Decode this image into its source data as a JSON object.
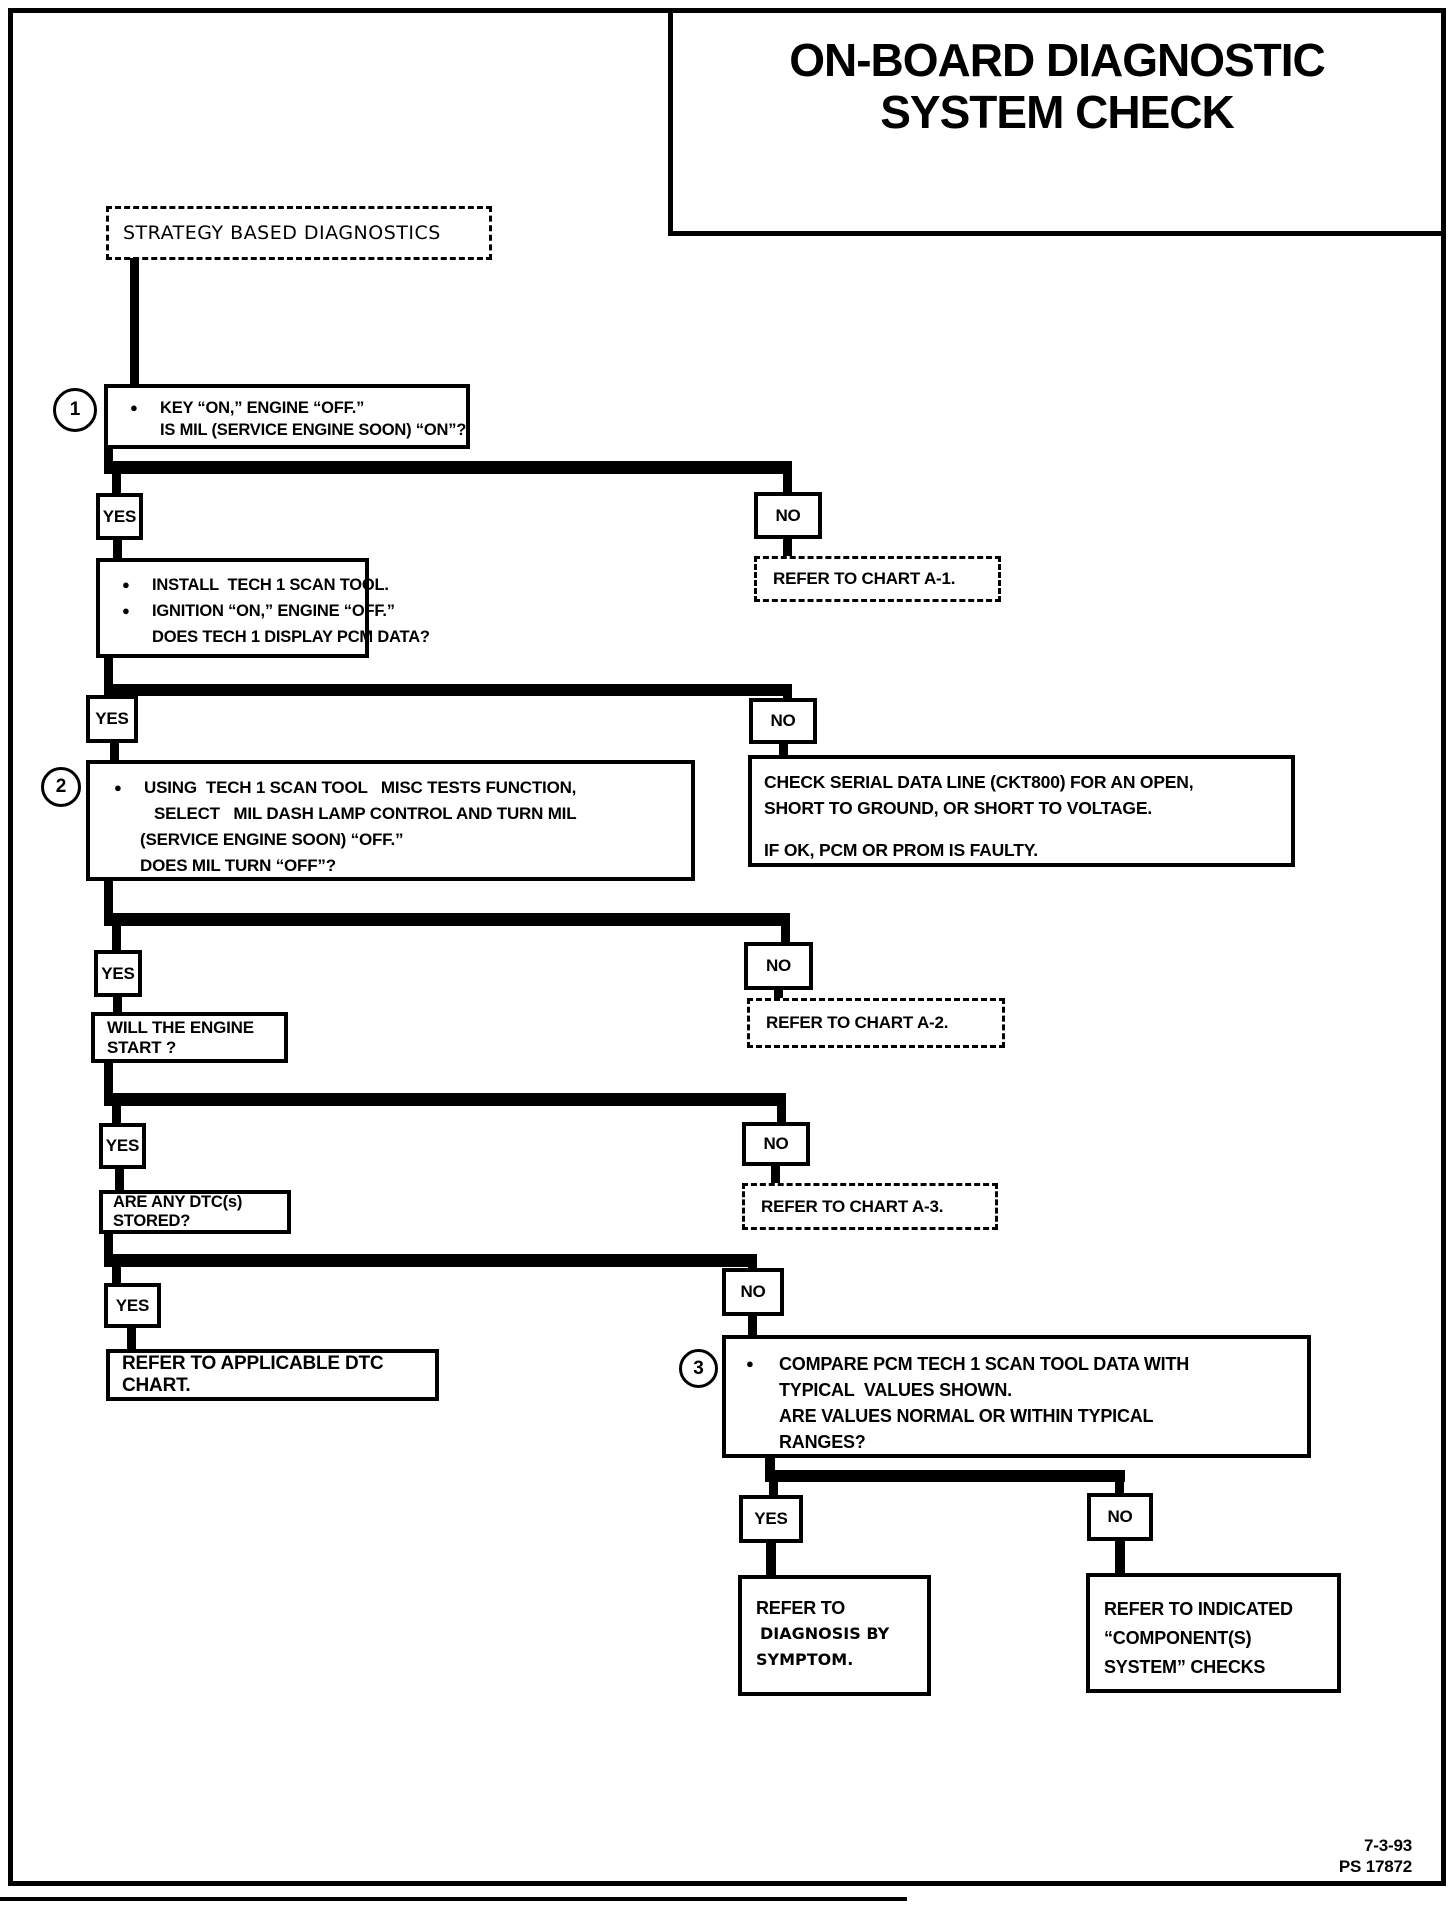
{
  "title": {
    "line1": "ON-BOARD DIAGNOSTIC",
    "line2": "SYSTEM CHECK"
  },
  "start_label": "STRATEGY BASED DIAGNOSTICS",
  "decision": {
    "yes": "YES",
    "no": "NO"
  },
  "bullet": "●",
  "step_numbers": {
    "s1": "1",
    "s2": "2",
    "s3": "3"
  },
  "nodes": {
    "q_mil_on": {
      "lines": [
        "KEY “ON,” ENGINE “OFF.”",
        "IS MIL (SERVICE ENGINE SOON) “ON”?"
      ]
    },
    "refer_a1": "REFER TO CHART A-1.",
    "install_tech1": {
      "lines": [
        "INSTALL  TECH 1 SCAN TOOL.",
        "IGNITION “ON,” ENGINE “OFF.”",
        "DOES TECH 1 DISPLAY PCM DATA?"
      ]
    },
    "q_mil_off": {
      "lines": [
        "USING  TECH 1 SCAN TOOL   MISC TESTS FUNCTION,",
        "SELECT   MIL DASH LAMP CONTROL AND TURN MIL",
        "(SERVICE ENGINE SOON) “OFF.”",
        "DOES MIL TURN “OFF”?"
      ]
    },
    "check_serial": {
      "lines": [
        "CHECK SERIAL DATA LINE (CKT800) FOR AN OPEN,",
        "SHORT TO GROUND, OR SHORT TO VOLTAGE.",
        "IF OK, PCM OR PROM IS FAULTY."
      ]
    },
    "q_engine_start": "WILL THE ENGINE START ?",
    "refer_a2": "REFER TO CHART A-2.",
    "q_dtc_stored": "ARE ANY DTC(s) STORED?",
    "refer_a3": "REFER TO CHART A-3.",
    "refer_dtc_chart": "REFER TO APPLICABLE DTC CHART.",
    "q_values_normal": {
      "lines": [
        "COMPARE PCM TECH 1 SCAN TOOL DATA WITH",
        "TYPICAL  VALUES SHOWN.",
        "ARE VALUES NORMAL OR WITHIN TYPICAL",
        "RANGES?"
      ]
    },
    "refer_symptom": {
      "lines": [
        "REFER TO",
        "DIAGNOSIS BY",
        "SYMPTOM."
      ]
    },
    "refer_component": {
      "lines": [
        "REFER TO INDICATED",
        "“COMPONENT(S)",
        "SYSTEM” CHECKS"
      ]
    }
  },
  "footer": {
    "date": "7-3-93",
    "doc_number": "PS 17872"
  }
}
